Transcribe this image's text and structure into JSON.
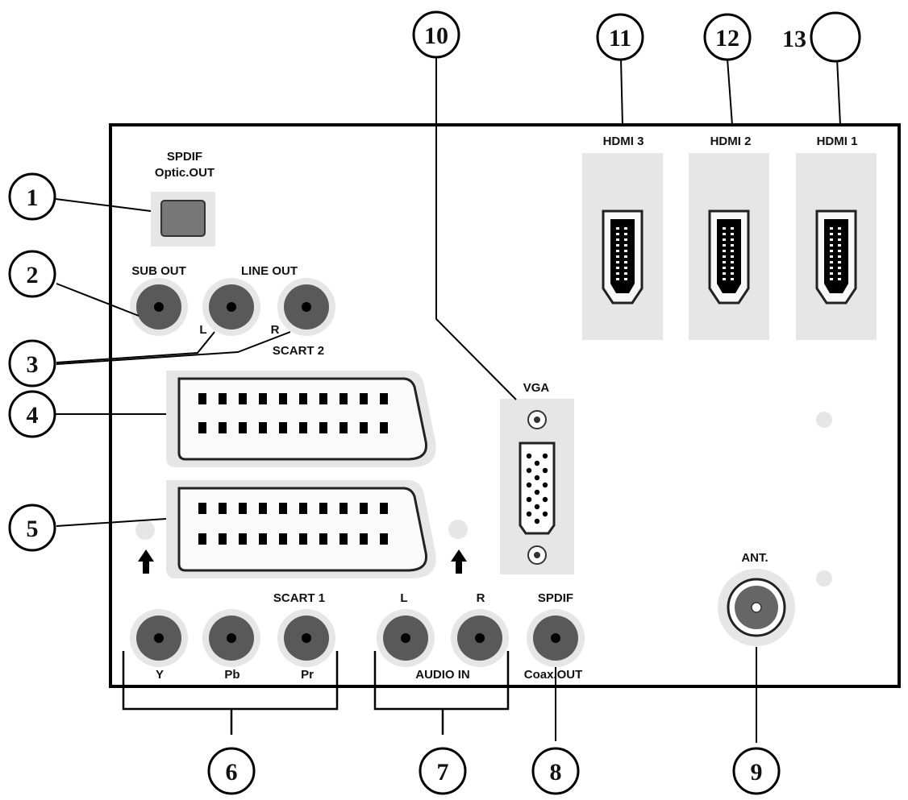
{
  "callouts": {
    "c1": "1",
    "c2": "2",
    "c3": "3",
    "c4": "4",
    "c5": "5",
    "c6": "6",
    "c7": "7",
    "c8": "8",
    "c9": "9",
    "c10": "10",
    "c11": "11",
    "c12": "12",
    "c13": "13"
  },
  "labels": {
    "spdif_optic_line1": "SPDIF",
    "spdif_optic_line2": "Optic.OUT",
    "sub_out": "SUB OUT",
    "line_out": "LINE OUT",
    "line_out_l": "L",
    "line_out_r": "R",
    "scart2": "SCART 2",
    "scart1": "SCART 1",
    "vga": "VGA",
    "hdmi3": "HDMI 3",
    "hdmi2": "HDMI 2",
    "hdmi1": "HDMI 1",
    "ant": "ANT.",
    "audio_l": "L",
    "audio_r": "R",
    "spdif_coax": "SPDIF",
    "comp_y": "Y",
    "comp_pb": "Pb",
    "comp_pr": "Pr",
    "audio_in": "AUDIO IN",
    "coax_out": "Coax.OUT"
  }
}
